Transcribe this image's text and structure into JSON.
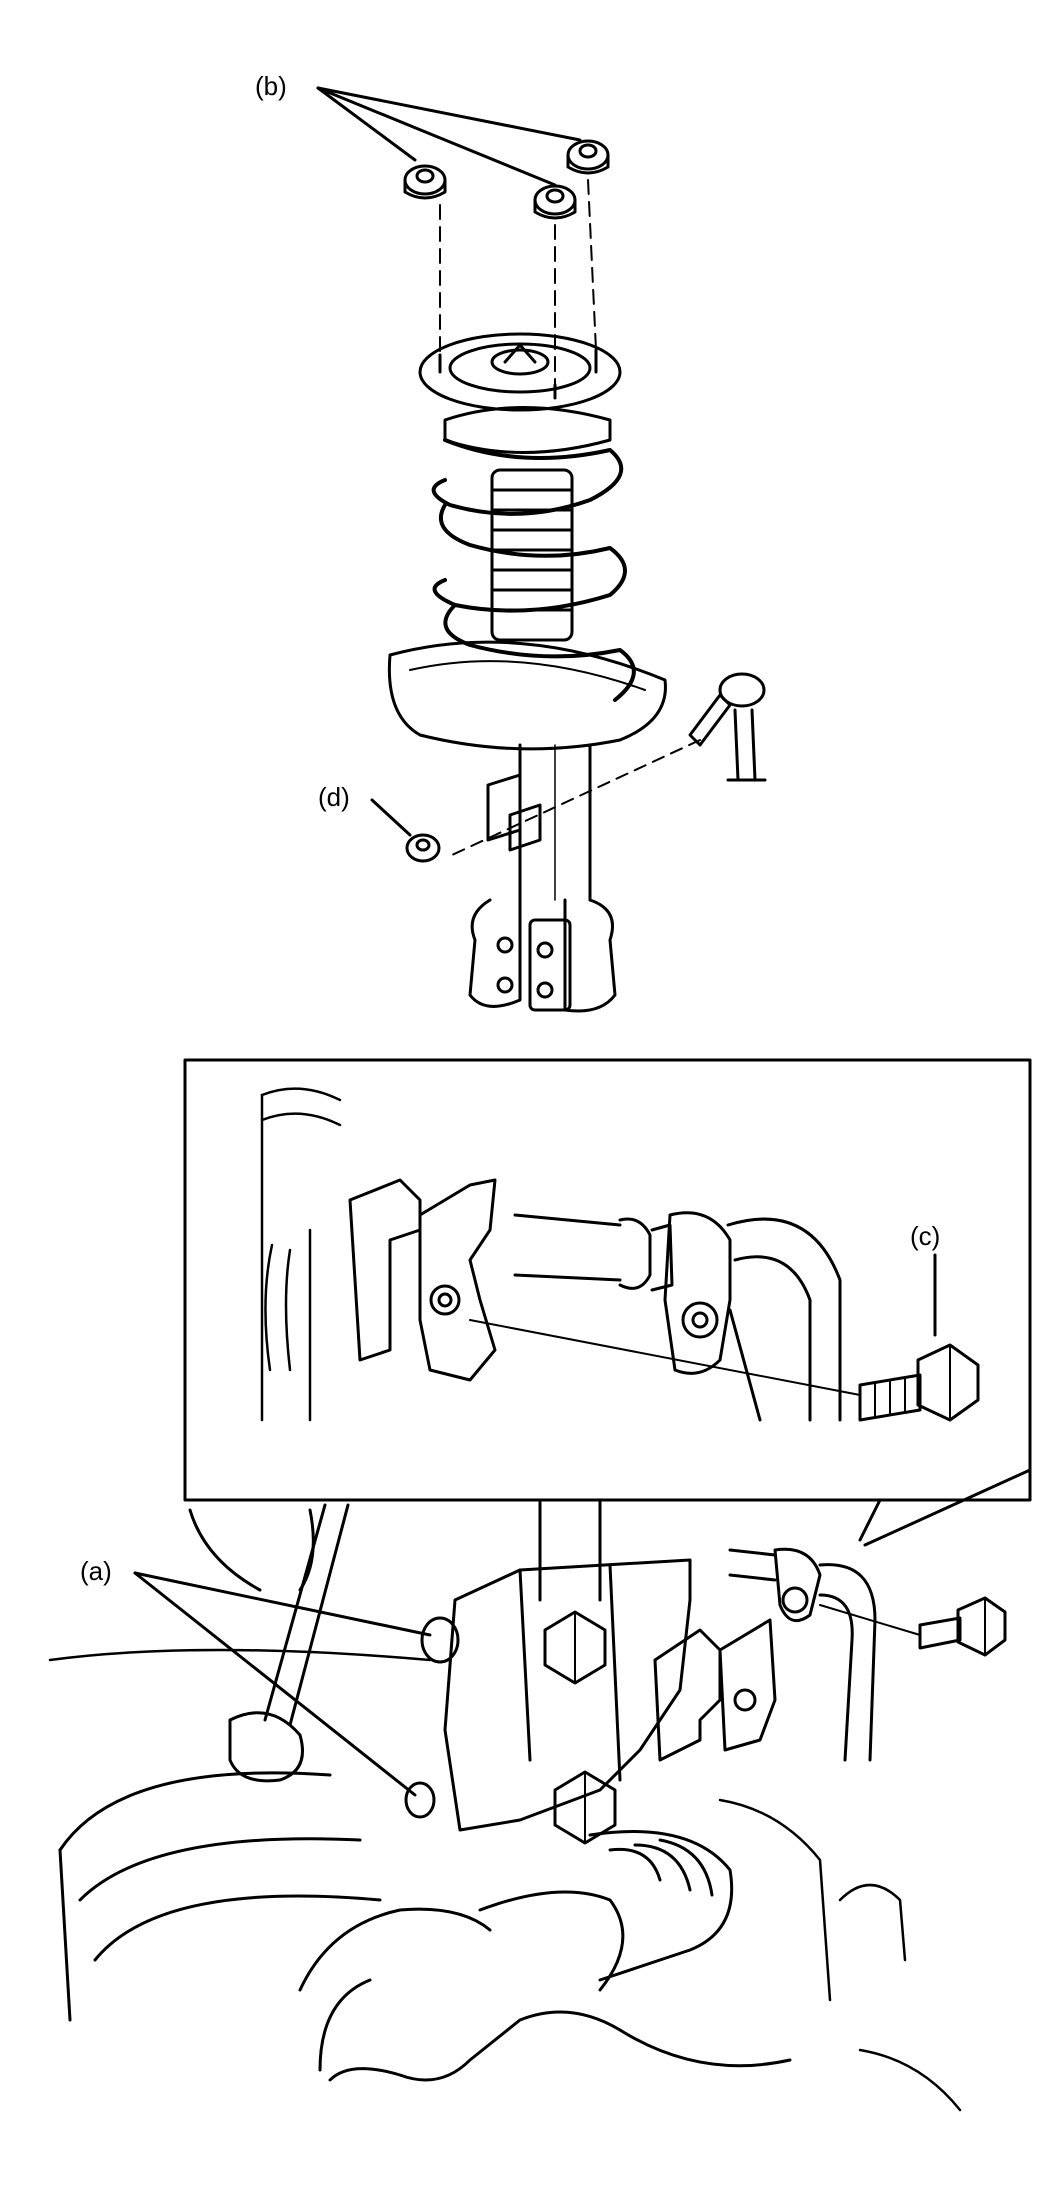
{
  "callouts": {
    "a": "(a)",
    "b": "(b)",
    "c": "(c)",
    "d": "(d)"
  },
  "colors": {
    "line": "#000000",
    "background": "#ffffff"
  }
}
